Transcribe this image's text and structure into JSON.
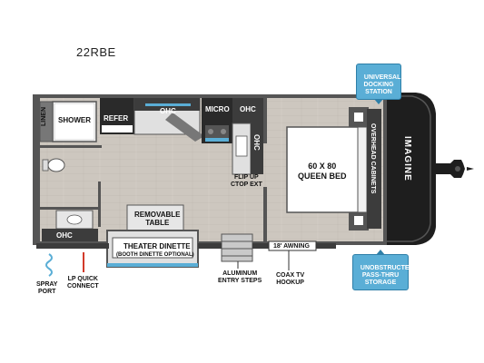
{
  "model": "22RBE",
  "brand": "IMAGINE",
  "rooms": {
    "linen": "LINEN",
    "shower": "SHOWER",
    "refer": "REFER",
    "ohc_kitchen": "OHC",
    "micro": "MICRO",
    "ohc_micro": "OHC",
    "ohc_side": "OHC",
    "ohc_bath": "OHC",
    "flip_up_ext": "FLIP UP\nCTOP EXT",
    "bed": "60 x 80\nQUEEN BED",
    "overhead_cabinets": "OVERHEAD CABINETS",
    "removable_table": "REMOVABLE\nTABLE",
    "theater_dinette": "THEATER DINETTE",
    "booth_dinette": "(BOOTH DINETTE OPTIONAL)",
    "awning": "18' AWNING"
  },
  "exterior": {
    "spray_port": "SPRAY\nPORT",
    "lp_quick_connect": "LP QUICK\nCONNECT",
    "aluminum_entry_steps": "ALUMINUM\nENTRY STEPS",
    "coax_tv_hookup": "COAX TV\nHOOKUP"
  },
  "callouts": {
    "universal_docking": "UNIVERSAL\nDOCKING\nSTATION",
    "pass_thru_storage": "UNOBSTRUCTED\nPASS-THRU\nSTORAGE"
  },
  "colors": {
    "floor": "#c9c3bb",
    "wall": "#555555",
    "cap": "#1e1e1e",
    "accent": "#5aaed6",
    "lp": "#d23a2a"
  }
}
